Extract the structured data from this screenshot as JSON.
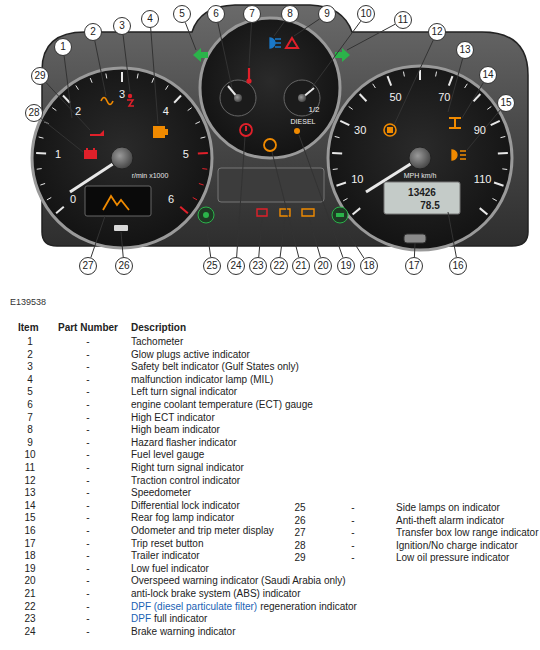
{
  "diagram": {
    "labels": [
      "1",
      "2",
      "3",
      "4",
      "5",
      "6",
      "7",
      "8",
      "9",
      "10",
      "11",
      "12",
      "13",
      "14",
      "15",
      "16",
      "17",
      "18",
      "19",
      "20",
      "21",
      "22",
      "23",
      "24",
      "25",
      "26",
      "27",
      "28",
      "29",
      "0",
      "1",
      "2",
      "3",
      "4",
      "5",
      "6",
      "r/min x1000",
      "10",
      "30",
      "50",
      "70",
      "90",
      "110",
      "MPH km/h",
      "13426",
      "78.5",
      "1/2",
      "DIESEL",
      "E139538",
      "Item",
      "Part Number",
      "Description",
      "1",
      "-",
      "Tachometer",
      "2",
      "-",
      "Glow plugs active indicator",
      "3",
      "-",
      "Safety belt indicator (Gulf States only)",
      "4",
      "-",
      "malfunction indicator lamp (MIL)",
      "5",
      "-",
      "Left turn signal indicator",
      "6",
      "-",
      "engine coolant temperature (ECT) gauge",
      "7",
      "-",
      "High ECT indicator",
      "8",
      "-",
      "High beam indicator",
      "9",
      "-",
      "Hazard flasher indicator",
      "10",
      "-",
      "Fuel level gauge",
      "11",
      "-",
      "Right turn signal indicator",
      "12",
      "-",
      "Traction control indicator",
      "13",
      "-",
      "Speedometer",
      "14",
      "-",
      "Differential lock indicator",
      "15",
      "-",
      "Rear fog lamp indicator",
      "16",
      "-",
      "Odometer and trip meter display",
      "17",
      "-",
      "Trip reset button",
      "18",
      "-",
      "Trailer indicator",
      "19",
      "-",
      "Low fuel indicator",
      "20",
      "-",
      "Overspeed warning indicator (Saudi Arabia only)",
      "21",
      "-",
      "anti-lock brake system (ABS) indicator",
      "22",
      "-",
      "DPF (diesel particulate filter)",
      "regeneration indicator",
      "23",
      "-",
      "DPF",
      "full indicator",
      "24",
      "-",
      "Brake warning indicator",
      "25",
      "-",
      "Side lamps on indicator",
      "26",
      "-",
      "Anti-theft alarm indicator",
      "27",
      "-",
      "Transfer box low range indicator",
      "28",
      "-",
      "Ignition/No charge indicator",
      "29",
      "-",
      "Low oil pressure indicator"
    ]
  }
}
